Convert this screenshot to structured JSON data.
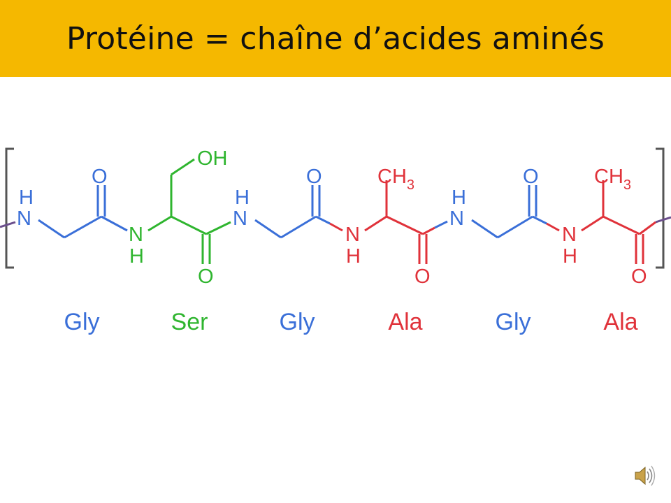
{
  "slide": {
    "title": "Protéine = chaîne d’acides aminés",
    "colors": {
      "title_bar": "#f5b800",
      "gly": "#3a6fd8",
      "ser": "#2fb52f",
      "ala": "#e0323a",
      "bracket": "#555555",
      "backbone_end": "#6b4e8c"
    }
  },
  "molecule": {
    "atoms": {
      "oxygen": "O",
      "nitrogen": "N",
      "hydrogen": "H",
      "hydroxyl": "OH",
      "methyl_c": "CH",
      "methyl_sub": "3"
    },
    "residues": [
      {
        "code": "Gly",
        "color": "#3a6fd8"
      },
      {
        "code": "Ser",
        "color": "#2fb52f"
      },
      {
        "code": "Gly",
        "color": "#3a6fd8"
      },
      {
        "code": "Ala",
        "color": "#e0323a"
      },
      {
        "code": "Gly",
        "color": "#3a6fd8"
      },
      {
        "code": "Ala",
        "color": "#e0323a"
      }
    ]
  },
  "audio": {
    "icon": "speaker-icon"
  }
}
